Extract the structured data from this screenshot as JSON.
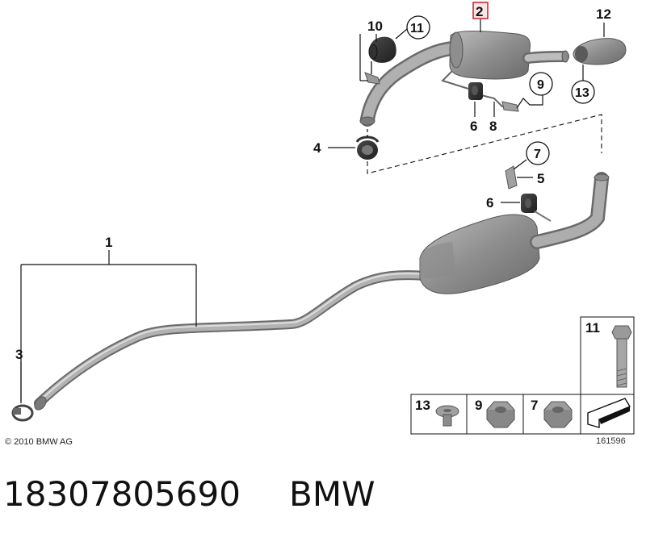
{
  "callouts": {
    "c1": "1",
    "c2": "2",
    "c3": "3",
    "c4": "4",
    "c5": "5",
    "c6a": "6",
    "c6b": "6",
    "c7": "7",
    "c8": "8",
    "c9": "9",
    "c10": "10",
    "c11": "11",
    "c12": "12",
    "c13": "13"
  },
  "legend": {
    "bolt": "11",
    "screw": "13",
    "nut_a": "9",
    "nut_b": "7"
  },
  "footer": {
    "copyright": "© 2010 BMW AG",
    "diagram_code": "161596"
  },
  "caption": {
    "part_number": "18307805690",
    "brand": "BMW"
  },
  "colors": {
    "highlight": "#c0202a",
    "pipe": "#9a9a9a",
    "pipe_dark": "#6d6d6d",
    "line": "#111111"
  }
}
